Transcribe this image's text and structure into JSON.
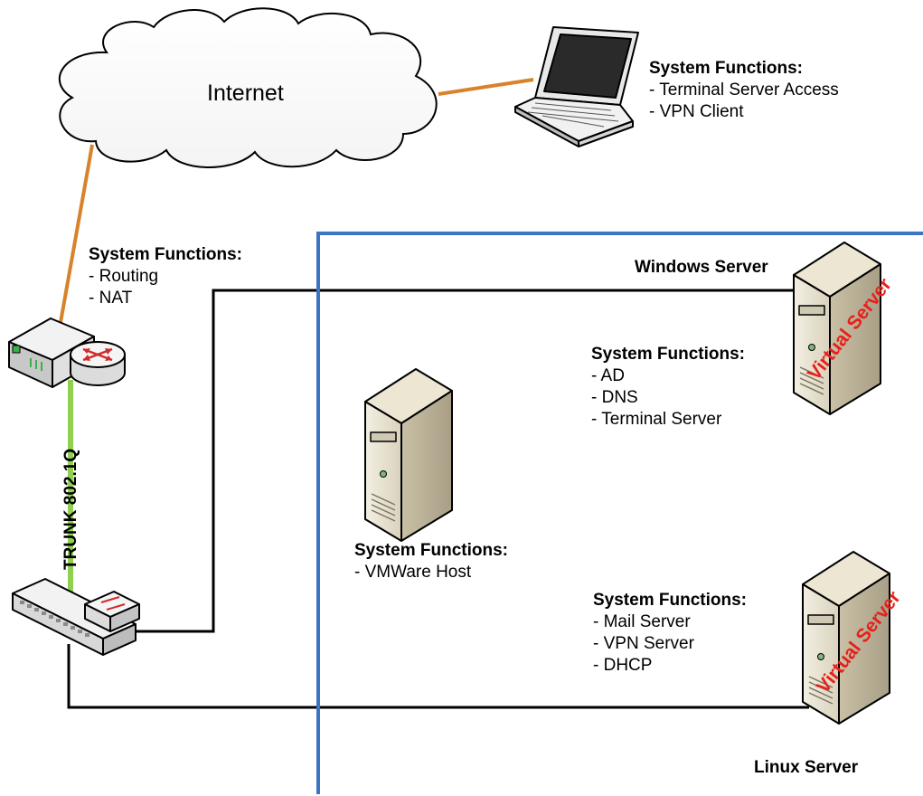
{
  "internet": {
    "label": "Internet"
  },
  "laptop": {
    "heading": "System Functions:",
    "functions": [
      "- Terminal Server Access",
      "- VPN Client"
    ]
  },
  "router": {
    "heading": "System Functions:",
    "functions": [
      "- Routing",
      "- NAT"
    ]
  },
  "trunk": {
    "label": "TRUNK 802.1Q"
  },
  "windows_server": {
    "title": "Windows Server",
    "badge": "Virtual Server",
    "heading": "System Functions:",
    "functions": [
      "- AD",
      "- DNS",
      "- Terminal Server"
    ]
  },
  "vmware_host": {
    "heading": "System Functions:",
    "functions": [
      "- VMWare Host"
    ]
  },
  "linux_server": {
    "title": "Linux Server",
    "badge": "Virtual Server",
    "heading": "System Functions:",
    "functions": [
      "- Mail Server",
      "- VPN Server",
      "- DHCP"
    ]
  },
  "colors": {
    "wan_link": "#d9822b",
    "trunk_link": "#8fd14f",
    "host_boundary": "#3a76c4",
    "badge_text": "#e8201a"
  }
}
